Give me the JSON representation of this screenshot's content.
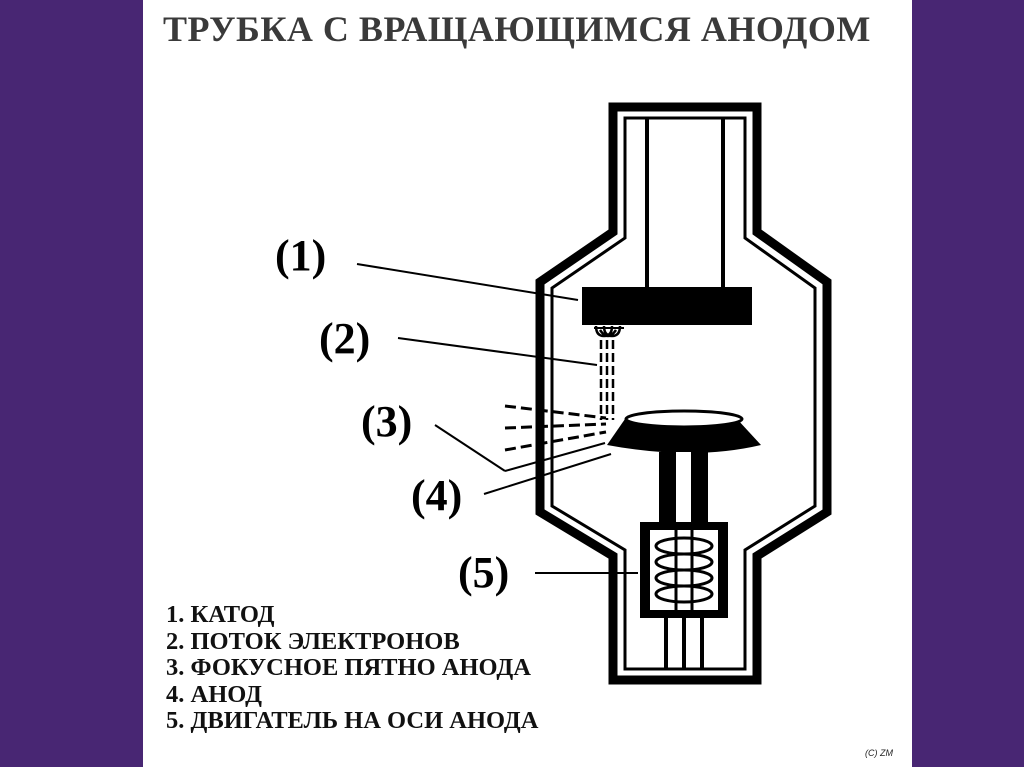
{
  "title": "ТРУБКА С ВРАЩАЮЩИМСЯ АНОДОМ",
  "labels": {
    "l1": "(1)",
    "l2": "(2)",
    "l3": "(3)",
    "l4": "(4)",
    "l5": "(5)"
  },
  "legend": [
    "1. КАТОД",
    "2. ПОТОК ЭЛЕКТРОНОВ",
    "3. ФОКУСНОЕ ПЯТНО АНОДА",
    "4. АНОД",
    "5. ДВИГАТЕЛЬ НА ОСИ АНОДА"
  ],
  "copyright": "(C) ZM",
  "colors": {
    "background": "#482673",
    "slide": "#ffffff",
    "ink": "#000000"
  }
}
